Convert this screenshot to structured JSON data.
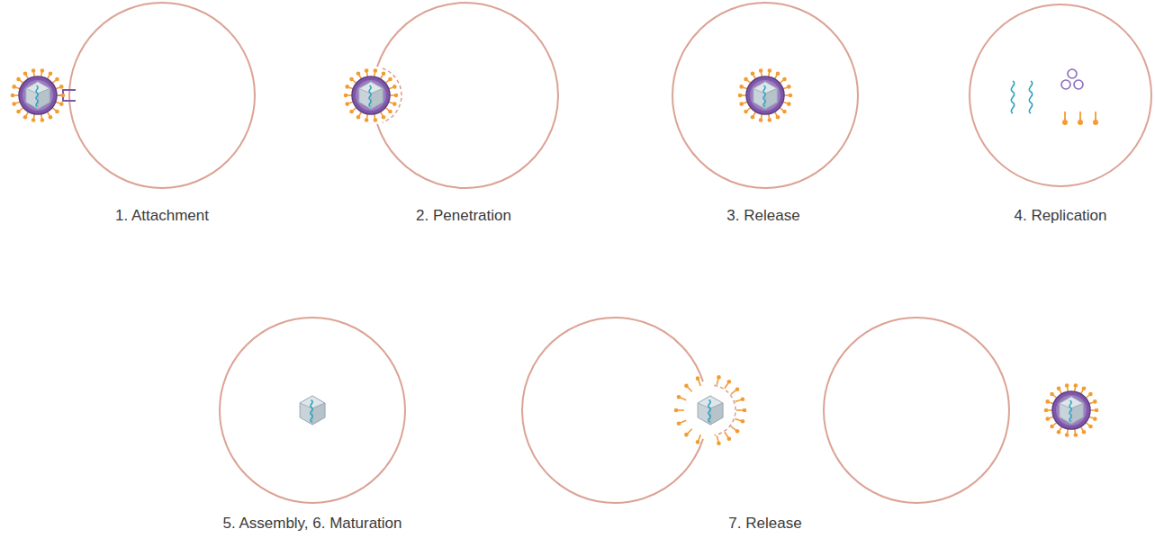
{
  "diagram": {
    "labels": [
      "1. Attachment",
      "2. Penetration",
      "3. Release",
      "4. Replication",
      "5. Assembly, 6. Maturation",
      "7. Release"
    ]
  }
}
